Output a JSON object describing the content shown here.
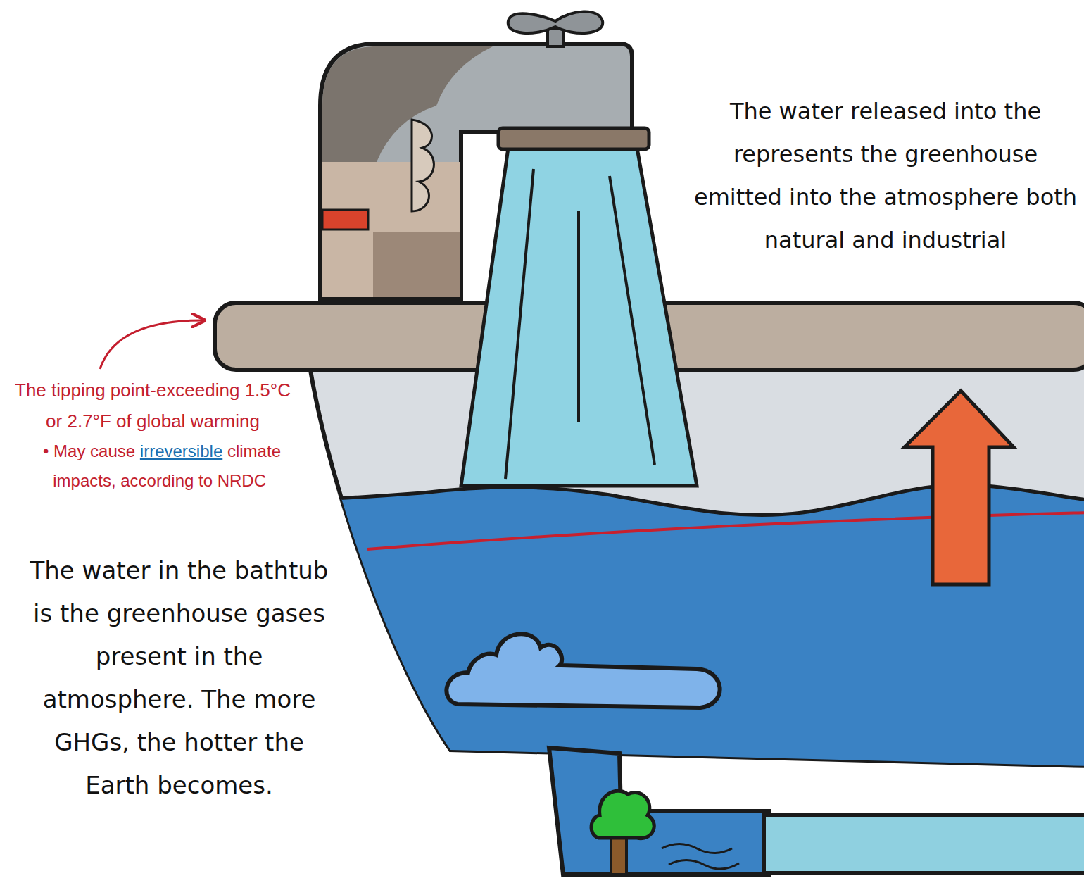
{
  "diagram": {
    "labels": [
      "The water released into the represents the greenhouse emitted into the atmosphere both natural and industrial",
      "The tipping point-exceeding 1.5°C or 2.7°F of global warming",
      "• May cause",
      "irreversible",
      "climate impacts, according to NRDC",
      "The water in the bathtub is the greenhouse gases present in the atmosphere. The more GHGs, the hotter the Earth becomes."
    ]
  }
}
